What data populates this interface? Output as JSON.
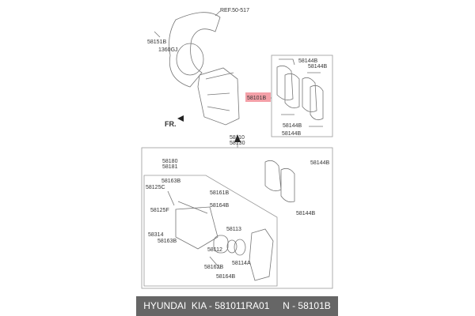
{
  "labels": {
    "ref": "REF.50-517",
    "p58151B": "58151B",
    "p1360GJ": "1360GJ",
    "fr": "FR.",
    "p58101B": "58101B",
    "p58144B": "58144B",
    "p58110": "58110",
    "p58130": "58130",
    "p58180": "58180",
    "p58181": "58181",
    "p58163B": "58163B",
    "p58125C": "58125C",
    "p58125F": "58125F",
    "p58314": "58314",
    "p58161B": "58161B",
    "p58164B": "58164B",
    "p58113": "58113",
    "p58112": "58112",
    "p58114A": "58114A",
    "p58162B": "58162B"
  },
  "highlight_color": "#f4a0a8",
  "footer": {
    "text": "HYUNDAI  KIA - 581011RA01     N - 58101B"
  }
}
